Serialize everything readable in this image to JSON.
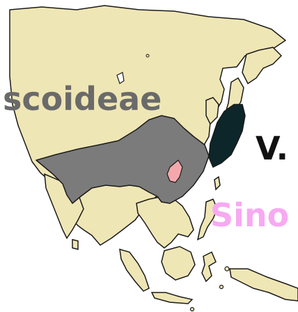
{
  "map": {
    "colors": {
      "land": "#efe6b5",
      "coastline": "#1a1a1a",
      "range_grey": "#7b7b7b",
      "range_dark": "#0c262a",
      "range_pink": "#f5a8ac",
      "water": "#ffffff"
    },
    "labels": {
      "left": {
        "text": "scoideae",
        "color": "#6a6a6a"
      },
      "right": {
        "text": "V. co",
        "color": "#111111"
      },
      "sino": {
        "text": "Sino",
        "color": "#f7a9f2"
      }
    }
  }
}
